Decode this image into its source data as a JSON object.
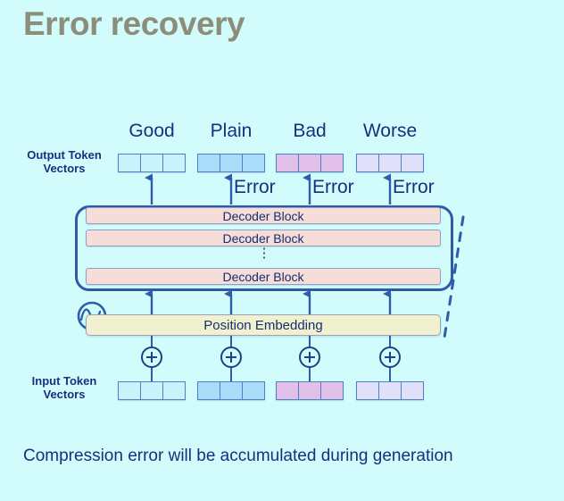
{
  "slide": {
    "title": "Error recovery",
    "background_color": "#d2fcfc",
    "title_color": "#8d8e79",
    "accent_color": "#16307e",
    "caption": "Compression error will be accumulated during generation"
  },
  "diagram": {
    "output_caption": "Output Token\nVectors",
    "output_caption_line1": "Output Token",
    "output_caption_line2": "Vectors",
    "input_caption_line1": "Input Token",
    "input_caption_line2": "Vectors",
    "words": [
      {
        "label": "Good",
        "color": "#c9f2fb"
      },
      {
        "label": "Plain",
        "color": "#a8dcf8"
      },
      {
        "label": "Bad",
        "color": "#e0bfe8"
      },
      {
        "label": "Worse",
        "color": "#e0e0fa"
      }
    ],
    "error_labels": [
      "Error",
      "Error",
      "Error"
    ],
    "decoder_blocks": [
      "Decoder Block",
      "Decoder Block",
      "Decoder Block"
    ],
    "decoder_ellipsis": "⋮",
    "position_embedding_label": "Position Embedding",
    "position_embedding_color": "#f2f1cf",
    "decoder_block_color": "#f6ddd7",
    "plus_symbols": [
      "+",
      "+",
      "+",
      "+"
    ],
    "columns": [
      132,
      222,
      310,
      400
    ]
  }
}
